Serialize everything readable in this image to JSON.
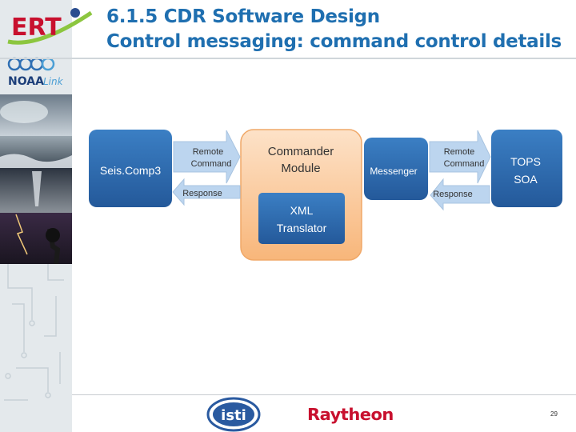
{
  "title": {
    "line1": "6.1.5 CDR Software Design",
    "line2": "Control messaging: command control details"
  },
  "logos": {
    "ert": "ERT",
    "noaa": "NOAA",
    "link": "Link",
    "isti": "isti",
    "raytheon": "Raytheon"
  },
  "diagram": {
    "seiscomp": "Seis.Comp3",
    "commander_line1": "Commander",
    "commander_line2": "Module",
    "messenger": "Messenger",
    "tops_line1": "TOPS",
    "tops_line2": "SOA",
    "xml_line1": "XML",
    "xml_line2": "Translator",
    "left_remote_line1": "Remote",
    "left_remote_line2": "Command",
    "left_response": "Response",
    "right_remote_line1": "Remote",
    "right_remote_line2": "Command",
    "right_response": "Response"
  },
  "footer": {
    "page_number": "29"
  },
  "colors": {
    "title": "#1f6fb0",
    "box_blue": "#2f6fb3",
    "commander_fill": "#fbc99a",
    "arrow_fill": "#bcd5ef",
    "raytheon": "#c8102e"
  }
}
